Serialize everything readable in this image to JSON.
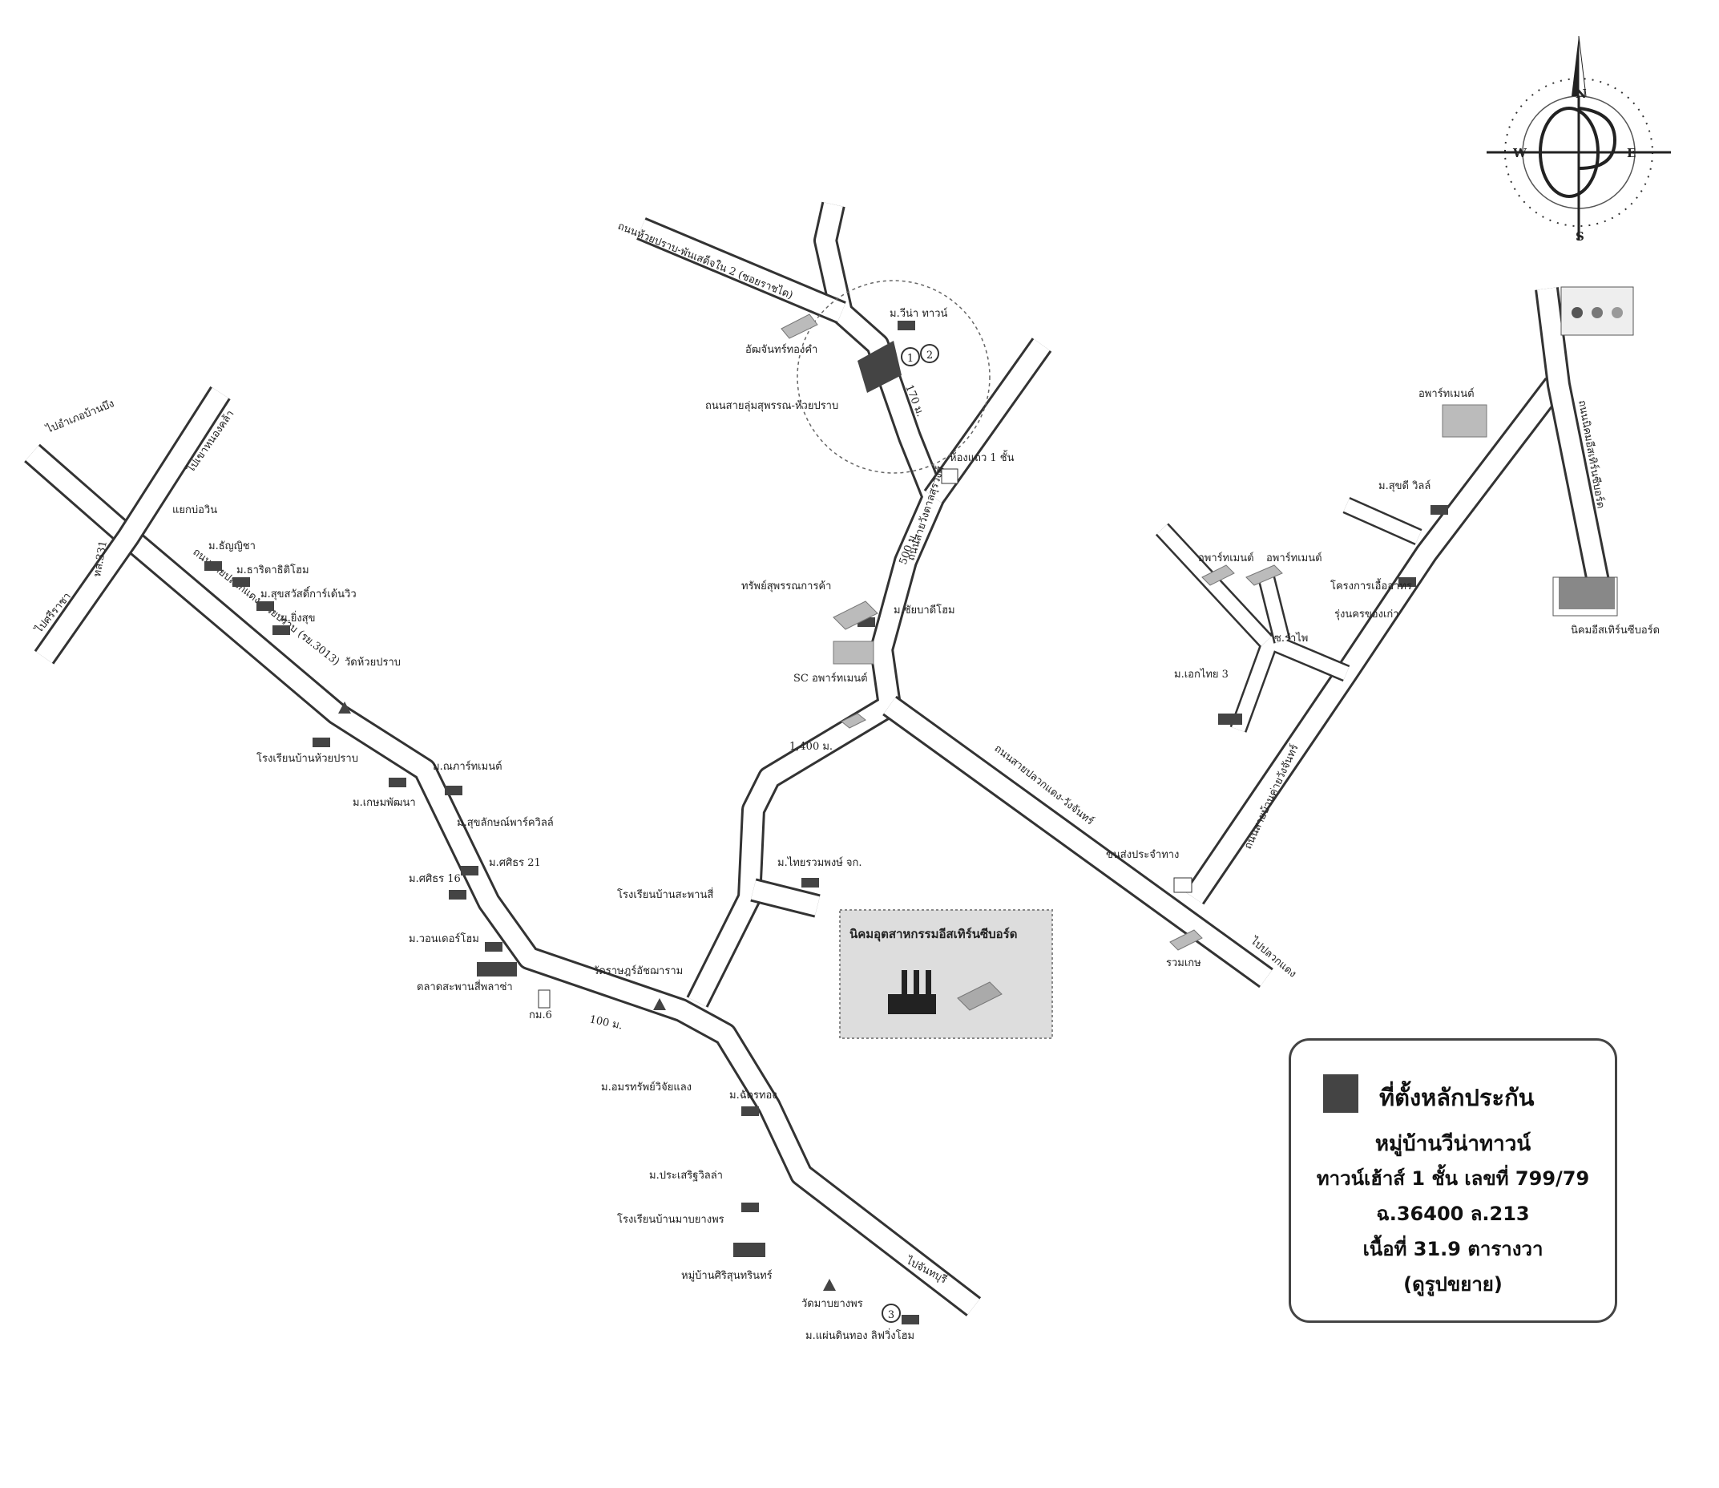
{
  "compass": {
    "n": "N",
    "s": "S",
    "e": "E",
    "w": "W",
    "icon": "compass-rose-icon"
  },
  "legend": {
    "title": "ที่ตั้งหลักประกัน",
    "line2": "หมู่บ้านวีน่าทาวน์",
    "line3": "ทาวน์เฮ้าส์ 1 ชั้น เลขที่ 799/79",
    "line4": "ฉ.36400 ล.213",
    "line5": "เนื้อที่ 31.9 ตารางวา",
    "line6": "(ดูรูปขยาย)",
    "swatch_color": "#444444"
  },
  "industrial_box": {
    "label": "นิคมอุตสาหกรรมอีสเทิร์นซีบอร์ด"
  },
  "roads": {
    "r_top": "ถนนห้วยปราบ-พันเสด็จใน 2 (ซอยราชได)",
    "r_center": "ถนนสายลุ่มสุพรรณ-ห้วยปราบ",
    "r_vertical": "ถนนสายวังตาลสุรวงศ์",
    "r_ban_pong": "ถนนสายปลวกแดง-วังจันทร์",
    "r_ban_khai": "ถนนสายบ้านค่ายวังจันทร์",
    "r_left": "ถนนสายปลวกแดง-ห้วยปราบ (รย.3013)",
    "r_right": "ถนนนิคมอีสเทิร์นซีบอร์ด",
    "to_ban_bueng": "ไปอำเภอบ้านบึง",
    "to_nong_khla": "ไปเขาหนองคล้า",
    "to_si_racha": "ไปศรีราชา",
    "to_pluak_daeng": "ไปปลวกแดง",
    "to_chanthaburi": "ไปจันทบุรี",
    "hwy_331": "ทล.331",
    "soi_ramphai": "ซ.รำไพ"
  },
  "distances": {
    "d1": "170 ม.",
    "d2": "500 ม.",
    "d3": "1,400 ม.",
    "d4": "100 ม."
  },
  "markers": {
    "m1": "1",
    "m2": "2",
    "m3": "3"
  },
  "places": {
    "vina_town": "ม.วีน่า ทาวน์",
    "warehouse_top": "อัฒจันทร์ทองคำ",
    "shophouse": "ห้องแถว 1 ชั้น",
    "sup_suwan": "ทรัพย์สุพรรณการค้า",
    "chaibadi_home": "ม.ชัยบาดีโฮม",
    "sc_apartment": "SC อพาร์ทเมนต์",
    "nong_bua": "แยกบ่อวิน",
    "m_thanya": "ม.ธัญญิชา",
    "m_thitithiti": "ม.ธาริตาธิติโฮม",
    "m_suksawat": "ม.สุขสวัสดิ์การ์เด้นวิว",
    "m_ying_suk": "ม.ยิ่งสุข",
    "wat_huai_prap": "วัดห้วยปราบ",
    "school_huai_prap": "โรงเรียนบ้านห้วยปราบ",
    "m_apartment_l": "ม.ณภาร์ทเมนต์",
    "m_kasem": "ม.เกษมพัฒนา",
    "m_sukhonthiphan": "ม.สุขลักษณ์พาร์ควิลล์",
    "m_siri21": "ม.ศศิธร 21",
    "m_siri16": "ม.ศศิธร 16",
    "m_winner": "ม.วอนเดอร์โฮม",
    "market": "ตลาดสะพานสี่พลาซ่า",
    "gas_station": "กม.6",
    "school_saphan": "โรงเรียนบ้านสะพานสี่",
    "wat_rat": "วัดราษฎร์อัชฌาราม",
    "m_thai": "ม.ไทยรวมพงษ์ จก.",
    "m_ammarin": "ม.อมรทรัพย์วิจัยแลง",
    "m_chatthong": "ม.ฉัตรทอง",
    "m_prasert": "ม.ประเสริฐวิลล่า",
    "school_mab": "โรงเรียนบ้านมาบยางพร",
    "village_siri": "หมู่บ้านศิริสุนทรินทร์",
    "wat_mab": "วัดมาบยางพร",
    "m_phaendin": "ม.แผ่นดินทอง ลิฟวิ่งโฮม",
    "apartment_r": "อพาร์ทเมนต์",
    "m_sukdee": "ม.สุขดี วิลล์",
    "apartment_a": "อพาร์ทเมนต์",
    "apartment_b": "อพาร์ทเมนต์",
    "project_eua": "โครงการเอื้ออาทร",
    "rung_nakhon": "รุ่งนครของเก่า",
    "m_ekthai": "ม.เอกไทย 3",
    "bus_stop": "ขนส่งประจำทาง",
    "ruamkan": "รวมเกษ",
    "estate_right": "นิคมอีสเทิร์นซีบอร์ด"
  }
}
